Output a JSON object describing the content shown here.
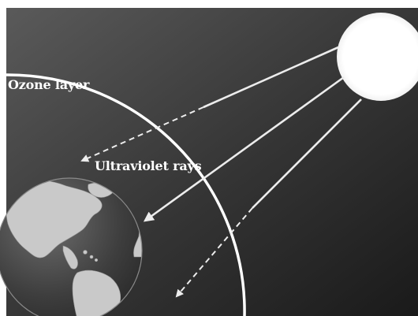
{
  "diagram": {
    "labels": {
      "ozone_layer": "Ozone layer",
      "ultraviolet_rays": "Ultraviolet rays"
    },
    "rays": [
      {
        "id": "upper",
        "style": "dashed",
        "absorbed_by_ozone": true
      },
      {
        "id": "middle",
        "style": "solid",
        "absorbed_by_ozone": false
      },
      {
        "id": "lower",
        "style": "dashed",
        "absorbed_by_ozone": true
      }
    ],
    "colors": {
      "space_light": "#575757",
      "space_dark": "#1c1c1c",
      "ozone_layer": "#ffffff",
      "sun": "#ffffff",
      "ray": "#e8e8e8"
    },
    "icons": {
      "sun": "sun-icon",
      "earth": "earth-globe-icon"
    }
  }
}
